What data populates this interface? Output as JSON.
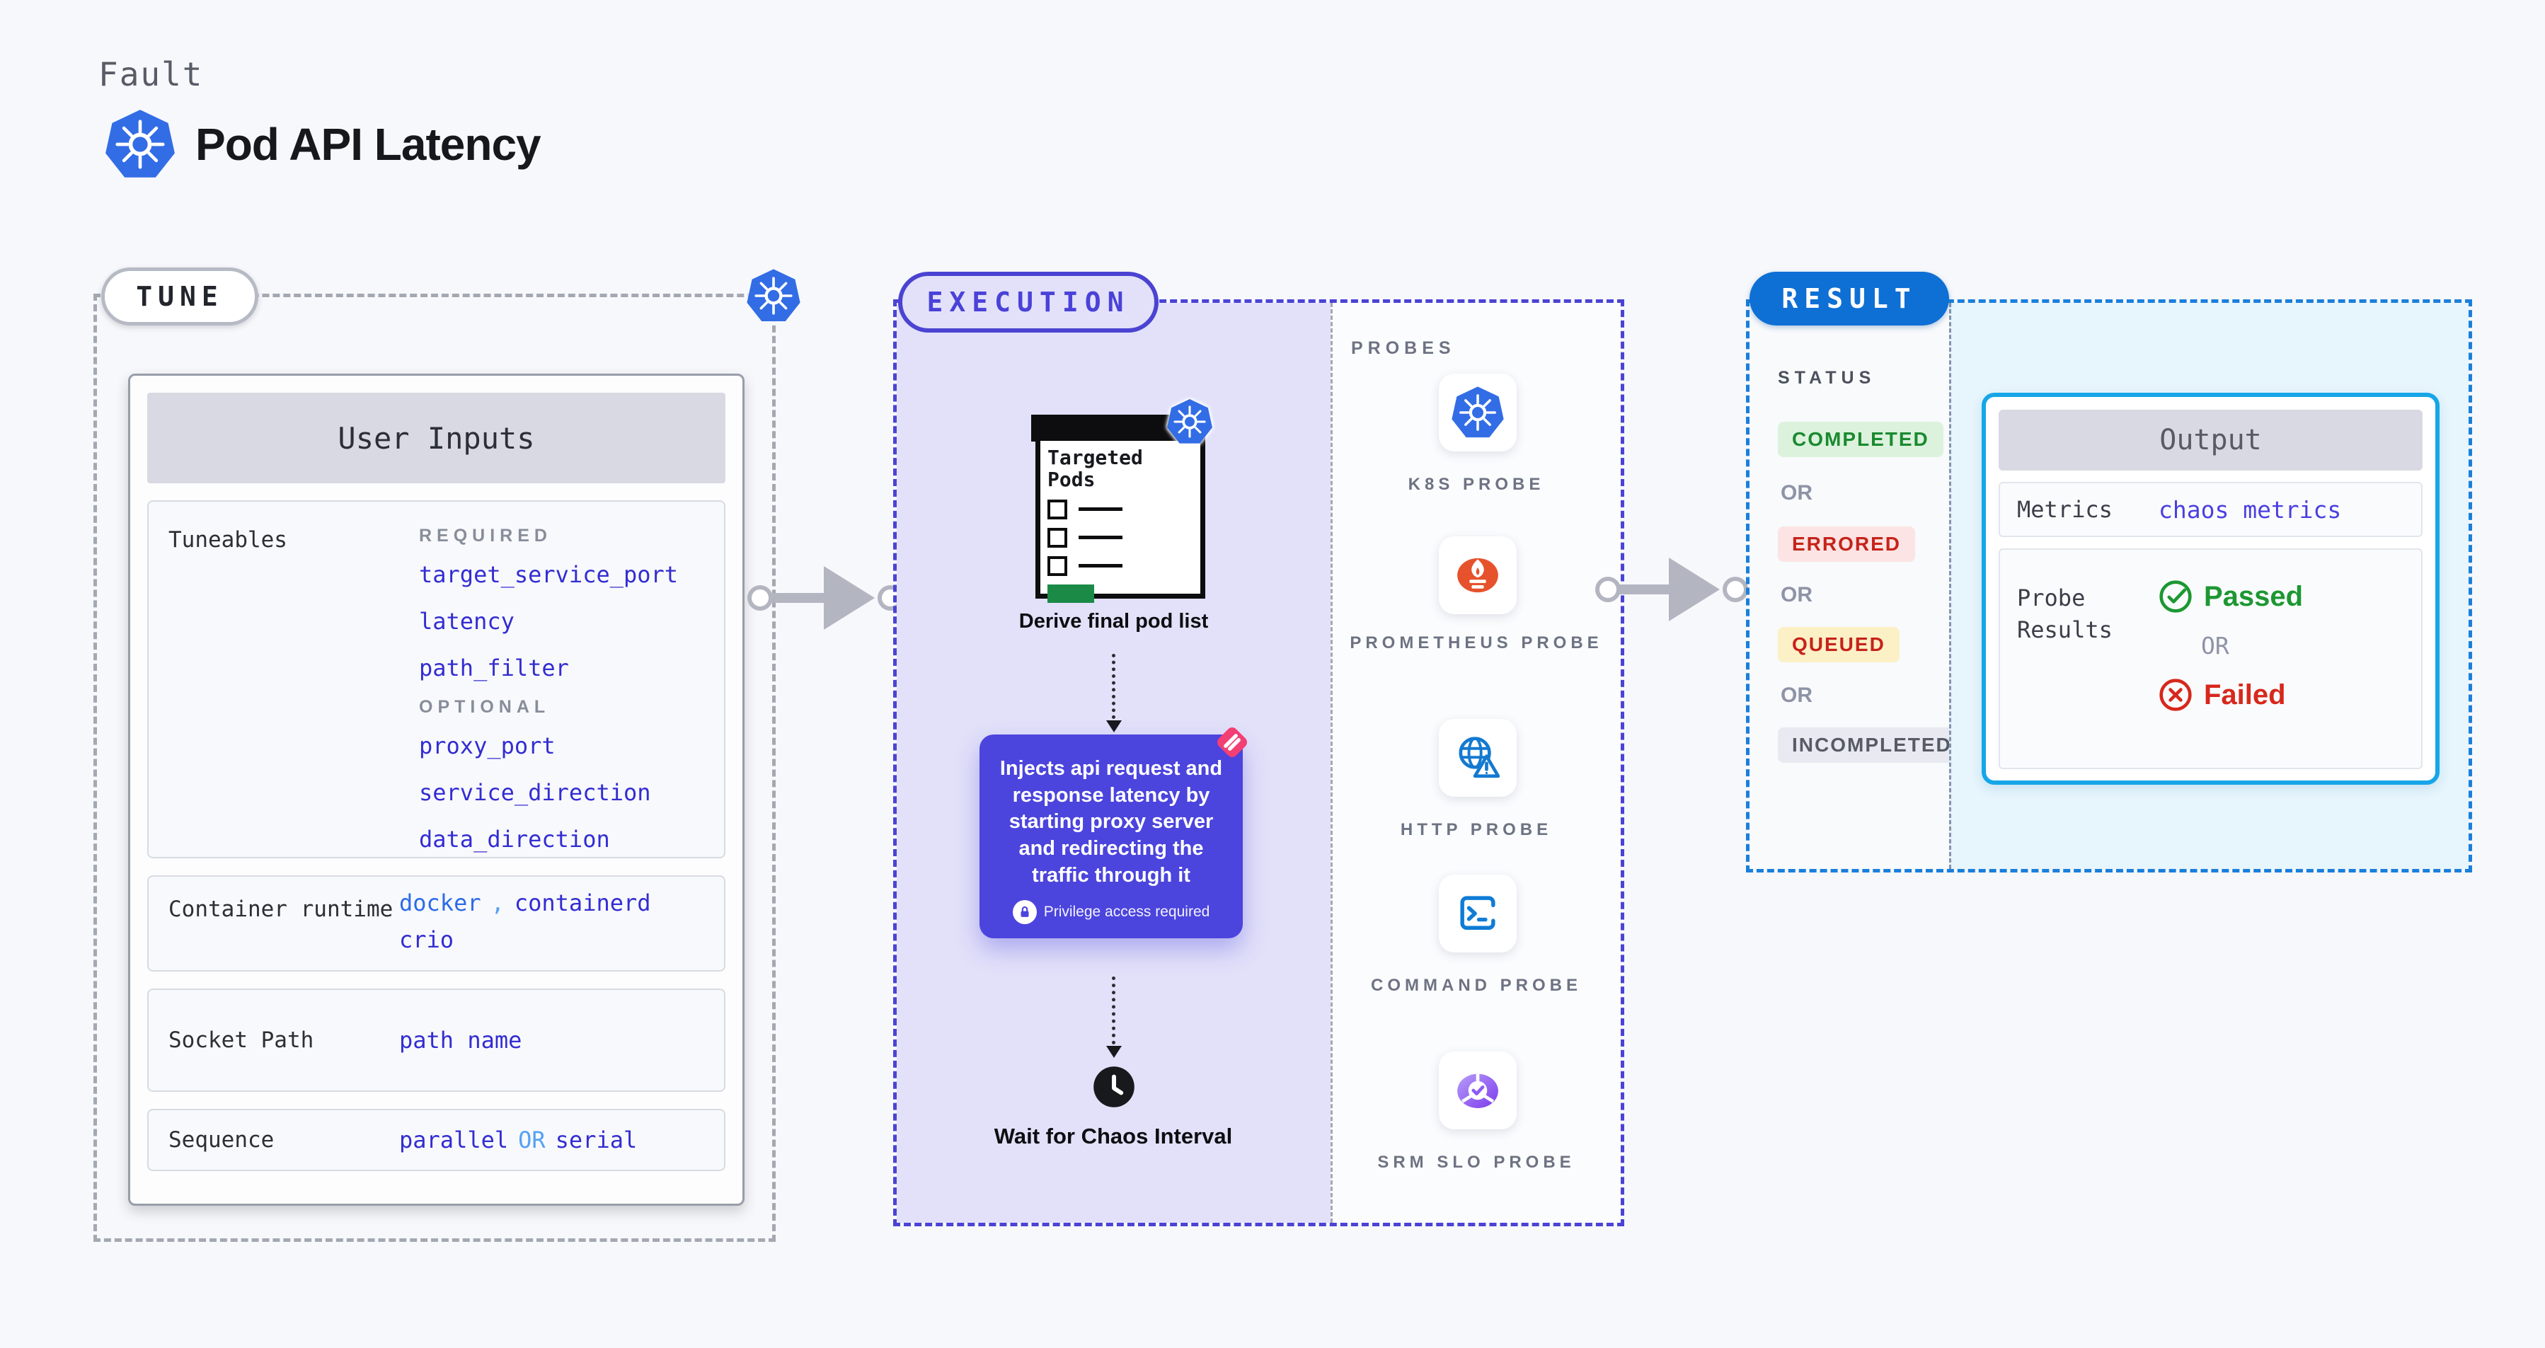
{
  "header": {
    "kicker": "Fault",
    "title": "Pod API Latency"
  },
  "tune": {
    "pill": "TUNE",
    "card_title": "User Inputs",
    "tuneables_label": "Tuneables",
    "required_label": "REQUIRED",
    "required_values": [
      "target_service_port",
      "latency",
      "path_filter"
    ],
    "optional_label": "OPTIONAL",
    "optional_values": [
      "proxy_port",
      "service_direction",
      "data_direction"
    ],
    "container_runtime_label": "Container runtime",
    "container_runtime_value1": "docker",
    "container_runtime_separator": ",",
    "container_runtime_value2": "containerd",
    "container_runtime_value3": "crio",
    "socket_path_label": "Socket Path",
    "socket_path_value": "path name",
    "sequence_label": "Sequence",
    "sequence_value1": "parallel",
    "sequence_or": "OR",
    "sequence_value2": "serial"
  },
  "execution": {
    "pill": "EXECUTION",
    "targeted_pods_title": "Targeted Pods",
    "derive_label": "Derive final pod list",
    "inject_text": "Injects api request and response latency by starting proxy server and redirecting the traffic through it",
    "privilege_note": "Privilege access required",
    "wait_label": "Wait for Chaos Interval"
  },
  "probes": {
    "title": "PROBES",
    "items": [
      "K8S PROBE",
      "PROMETHEUS PROBE",
      "HTTP PROBE",
      "COMMAND PROBE",
      "SRM SLO PROBE"
    ]
  },
  "result": {
    "pill": "RESULT",
    "status_title": "STATUS",
    "or": "OR",
    "statuses": [
      {
        "label": "COMPLETED",
        "bg": "#dcf2dd",
        "color": "#1a8a30"
      },
      {
        "label": "ERRORED",
        "bg": "#fbe4e3",
        "color": "#c6231a"
      },
      {
        "label": "QUEUED",
        "bg": "#fcf0c6",
        "color": "#c6231a"
      },
      {
        "label": "INCOMPLETED",
        "bg": "#e9e9f1",
        "color": "#565b66"
      }
    ],
    "output": {
      "title": "Output",
      "metrics_label": "Metrics",
      "metrics_value": "chaos metrics",
      "probe_results_label": "Probe Results",
      "passed": "Passed",
      "or": "OR",
      "failed": "Failed"
    }
  },
  "icons": {
    "kubernetes": "kubernetes-wheel-icon",
    "prometheus": "prometheus-torch-icon",
    "http": "globe-warning-icon",
    "command": "terminal-icon",
    "srm_slo": "slo-donut-check-icon",
    "clock": "clock-icon",
    "lock": "lock-icon",
    "passed": "check-circle-icon",
    "failed": "x-circle-icon",
    "chaos": "pink-chaos-icon",
    "targeted_pods": "checklist-document-icon",
    "flow_arrow": "arrow-right-icon"
  },
  "colors": {
    "page_bg": "#f7f8fb",
    "kubernetes_blue": "#326de6",
    "execution_indigo": "#4b43d4",
    "execution_lavender": "#e2e1f9",
    "inject_box": "#4b44dd",
    "result_blue": "#0e6fd4",
    "result_dash": "#1a7fdc",
    "output_border": "#16a6e8",
    "result_panel": "#e7f5fc",
    "value_indigo": "#332dd2",
    "value_blue": "#2d6be8",
    "value_sky": "#54a1f2",
    "passed_green": "#1d9732",
    "failed_red": "#d7281c",
    "prometheus_orange": "#e6522c",
    "pods_green": "#1b8a47",
    "pink_badge": "#f23f74",
    "gray_dash": "#a3a8b2",
    "arrow_gray": "#b3b6c0"
  }
}
